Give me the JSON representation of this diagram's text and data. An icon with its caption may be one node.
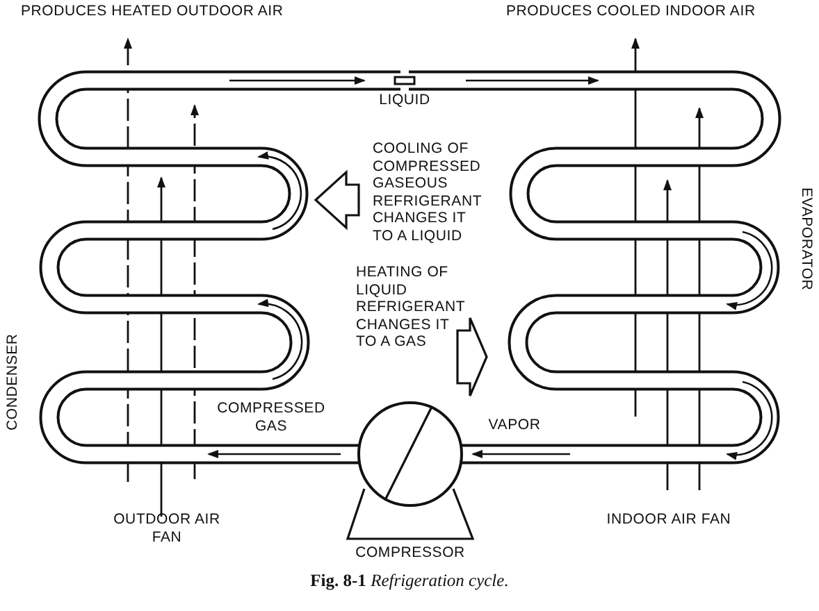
{
  "diagram": {
    "caption": "**Fig. 8-1** *Refrigeration cycle.*",
    "labels": [
      "PRODUCES HEATED OUTDOOR AIR",
      "PRODUCES COOLED INDOOR AIR",
      "LIQUID",
      "COOLING OF COMPRESSED GASEOUS REFRIGERANT CHANGES IT TO A LIQUID",
      "CONDENSER",
      "HEATING OF LIQUID REFRIGERANT CHANGES IT TO A GAS",
      "EVAPORATOR",
      "COMPRESSED GAS",
      "VAPOR",
      "OUTDOOR AIR FAN",
      "COMPRESSOR",
      "INDOOR AIR FAN"
    ]
  }
}
